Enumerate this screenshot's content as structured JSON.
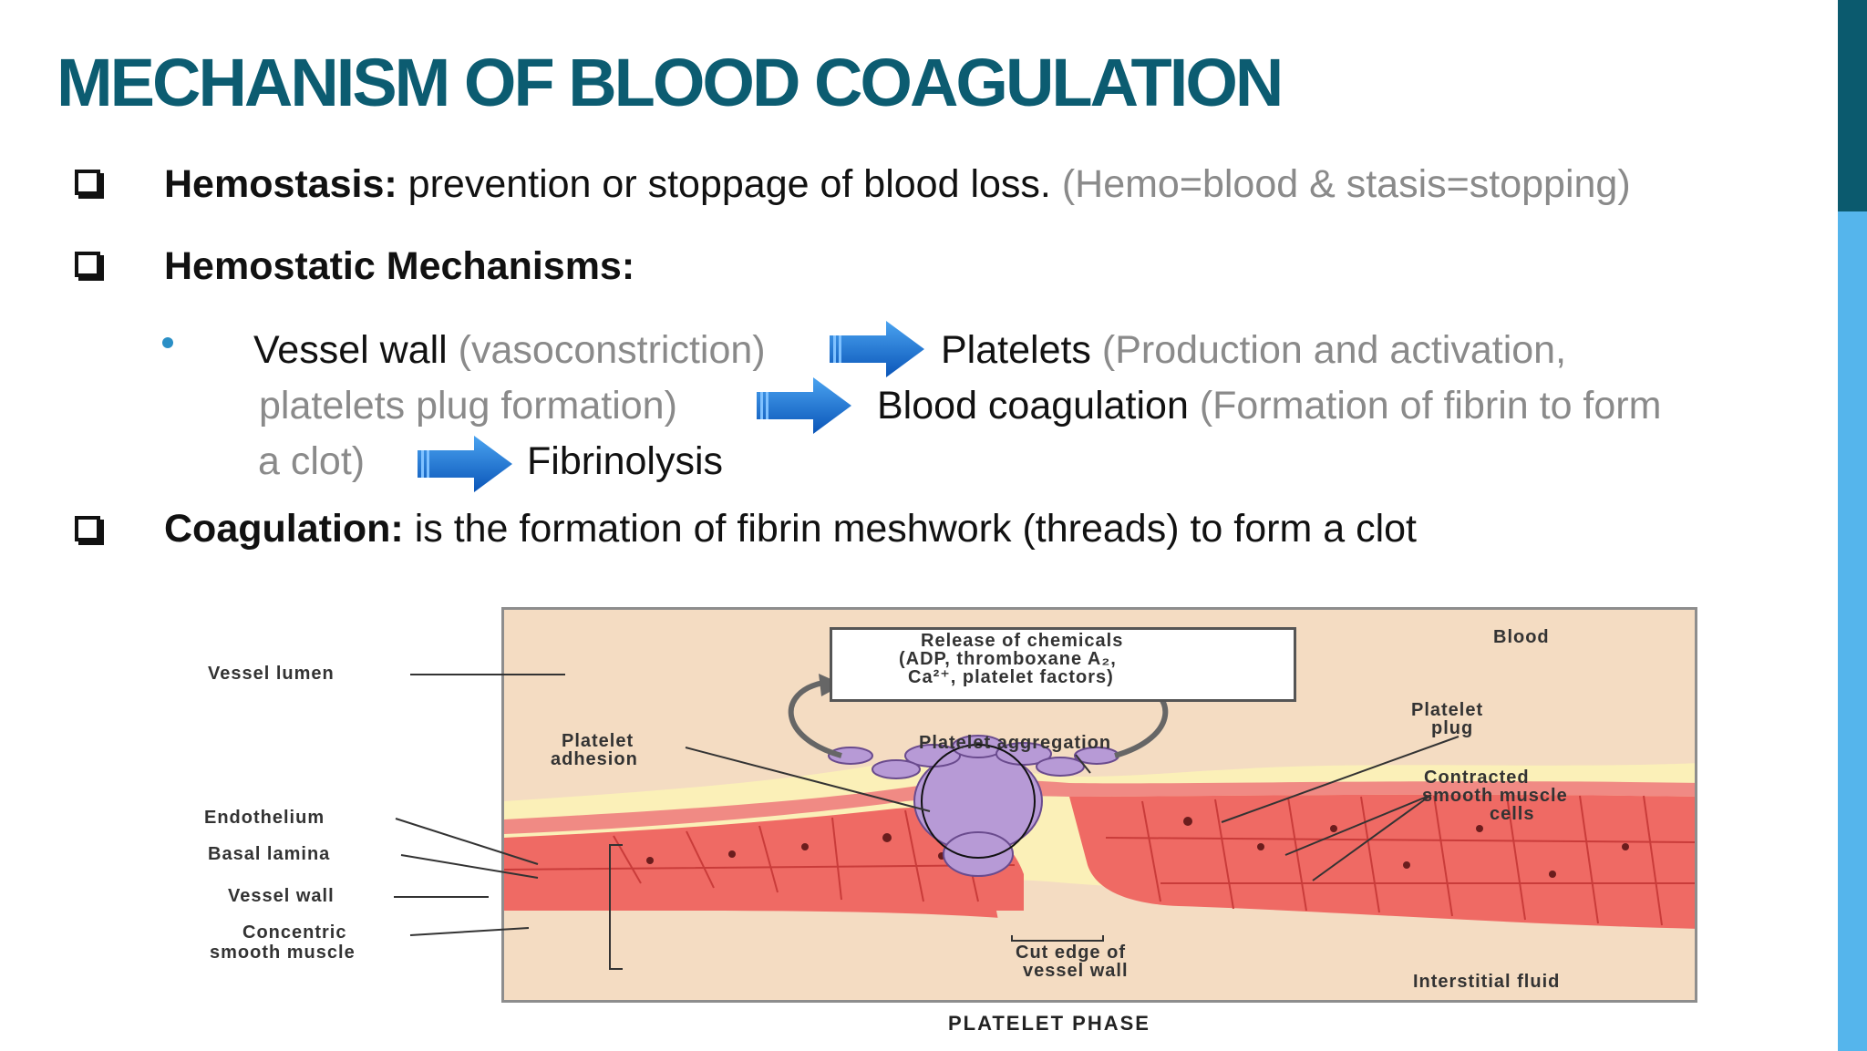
{
  "slide": {
    "title": "MECHANISM OF BLOOD COAGULATION",
    "accent_dark": "#0b5a6e",
    "accent_light": "#55b5ec",
    "title_color": "#0c5c71"
  },
  "bullets": {
    "hemostasis": {
      "term": "Hemostasis:",
      "definition": " prevention or stoppage of blood loss.",
      "note": " (Hemo=blood & stasis=stopping)"
    },
    "mechanisms": {
      "term": "Hemostatic Mechanisms:"
    },
    "sequence": {
      "line1_a": "Vessel wall",
      "line1_b": " (vasoconstriction)",
      "line1_c": "Platelets",
      "line1_d": " (Production and activation,",
      "line2_a": "platelets plug formation)",
      "line2_b": "Blood coagulation",
      "line2_c": " (Formation of fibrin to form",
      "line3_a": "a clot)",
      "line3_b": "Fibrinolysis"
    },
    "coagulation": {
      "term": "Coagulation:",
      "definition": " is the formation of fibrin meshwork (threads) to form a clot"
    }
  },
  "diagram": {
    "vessel_lumen": "Vessel lumen",
    "endothelium": "Endothelium",
    "basal_lamina": "Basal lamina",
    "vessel_wall": "Vessel wall",
    "concentric_1": "Concentric",
    "concentric_2": "smooth muscle",
    "chem_1": "Release of chemicals",
    "chem_2": "(ADP, thromboxane A₂,",
    "chem_3": "Ca²⁺, platelet factors)",
    "blood": "Blood",
    "platelet_adhesion_1": "Platelet",
    "platelet_adhesion_2": "adhesion",
    "platelet_aggregation": "Platelet aggregation",
    "platelet_plug_1": "Platelet",
    "platelet_plug_2": "plug",
    "contracted_1": "Contracted",
    "contracted_2": "smooth muscle",
    "contracted_3": "cells",
    "cut_edge_1": "Cut edge of",
    "cut_edge_2": "vessel wall",
    "interstitial": "Interstitial fluid",
    "caption": "PLATELET PHASE"
  }
}
